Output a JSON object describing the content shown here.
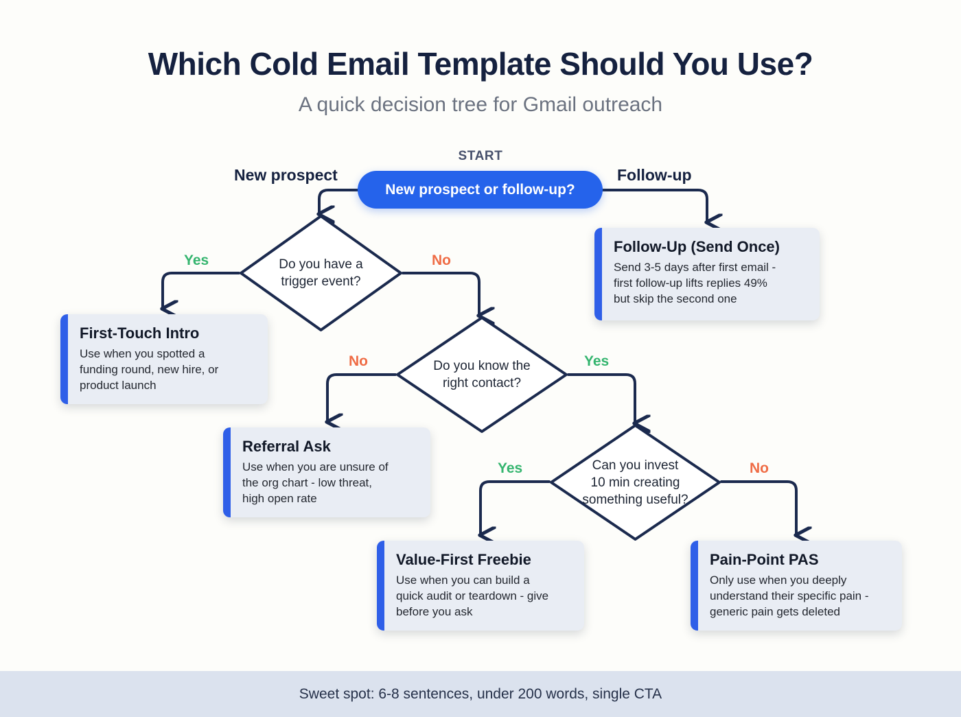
{
  "header": {
    "title": "Which Cold Email Template Should You Use?",
    "subtitle": "A quick decision tree for Gmail outreach"
  },
  "start": {
    "label": "START",
    "question": "New prospect or follow-up?",
    "left_branch": "New prospect",
    "right_branch": "Follow-up"
  },
  "decisions": [
    {
      "id": "trigger-event",
      "line1": "Do you have a",
      "line2": "trigger event?",
      "line3": "",
      "yes_label": "Yes",
      "no_label": "No"
    },
    {
      "id": "right-contact",
      "line1": "Do you know the",
      "line2": "right contact?",
      "line3": "",
      "no_label": "No",
      "yes_label": "Yes"
    },
    {
      "id": "invest-time",
      "line1": "Can you invest",
      "line2": "10 min creating",
      "line3": "something useful?",
      "yes_label": "Yes",
      "no_label": "No"
    }
  ],
  "cards": [
    {
      "id": "follow-up",
      "title": "Follow-Up (Send Once)",
      "desc_line1": "Send 3-5 days after first email -",
      "desc_line2": "first follow-up lifts replies 49%",
      "desc_line3": "but skip the second one"
    },
    {
      "id": "first-touch-intro",
      "title": "First-Touch Intro",
      "desc_line1": "Use when you spotted a",
      "desc_line2": "funding round, new hire, or",
      "desc_line3": "product launch"
    },
    {
      "id": "referral-ask",
      "title": "Referral Ask",
      "desc_line1": "Use when you are unsure of",
      "desc_line2": "the org chart - low threat,",
      "desc_line3": "high open rate"
    },
    {
      "id": "value-first-freebie",
      "title": "Value-First Freebie",
      "desc_line1": "Use when you can build a",
      "desc_line2": "quick audit or teardown - give",
      "desc_line3": "before you ask"
    },
    {
      "id": "pain-point-pas",
      "title": "Pain-Point PAS",
      "desc_line1": "Only use when you deeply",
      "desc_line2": "understand their specific pain -",
      "desc_line3": "generic pain gets deleted"
    }
  ],
  "footer": {
    "note": "Sweet spot: 6-8 sentences, under 200 words, single CTA"
  },
  "colors": {
    "background": "#fdfdfa",
    "title": "#15213f",
    "subtitle": "#6b7280",
    "start_pill": "#2563eb",
    "line": "#1b2a4e",
    "yes": "#35b56f",
    "no": "#ef6c45",
    "card_bg": "#e9edf4",
    "card_accent": "#2f5fe8",
    "footer_bg": "#dbe2ee"
  }
}
